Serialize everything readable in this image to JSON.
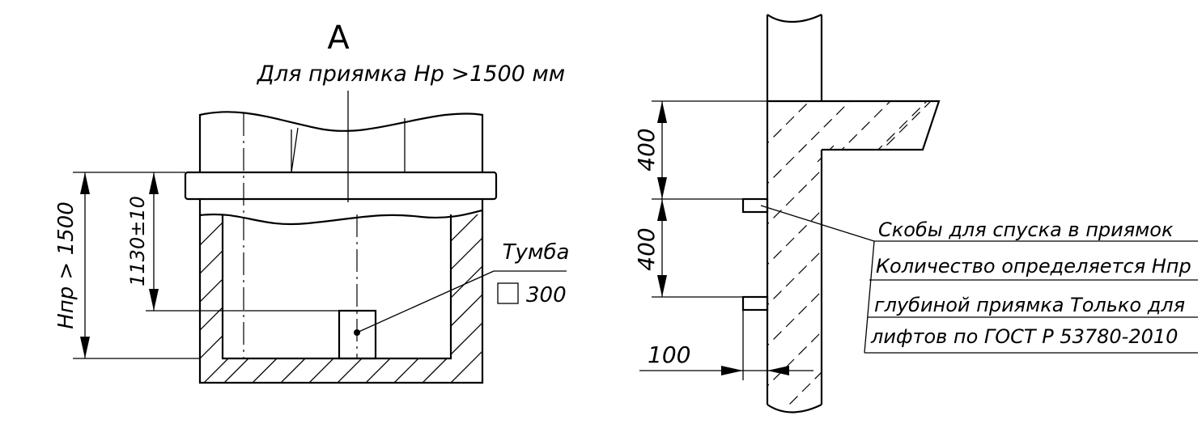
{
  "view": {
    "letter": "A",
    "title": "Для  приямка Нр >1500 мм",
    "dim_depth": "Нпр > 1500",
    "dim_height": "1130±10",
    "cabinet_label": "Тумба",
    "cabinet_size": "300"
  },
  "section": {
    "dim_upper": "400",
    "dim_lower": "400",
    "dim_offset": "100",
    "note_lines": [
      "Скобы для спуска в приямок",
      "Количество определяется  Нпр",
      "глубиной приямка Только для",
      "лифтов по ГОСТ Р 53780-2010"
    ]
  }
}
